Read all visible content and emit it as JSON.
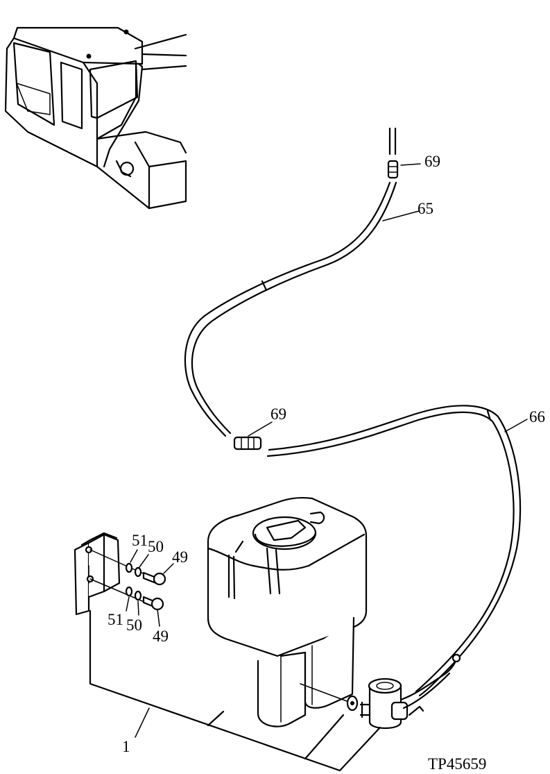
{
  "figure_id": "TP45659",
  "callouts": {
    "fitting_top": "69",
    "hose_upper": "65",
    "fitting_mid": "69",
    "hose_lower": "66",
    "washer_upper": "51",
    "ring_upper": "50",
    "bolt_upper": "49",
    "washer_lower": "51",
    "ring_lower": "50",
    "bolt_lower": "49",
    "assembly": "1"
  }
}
